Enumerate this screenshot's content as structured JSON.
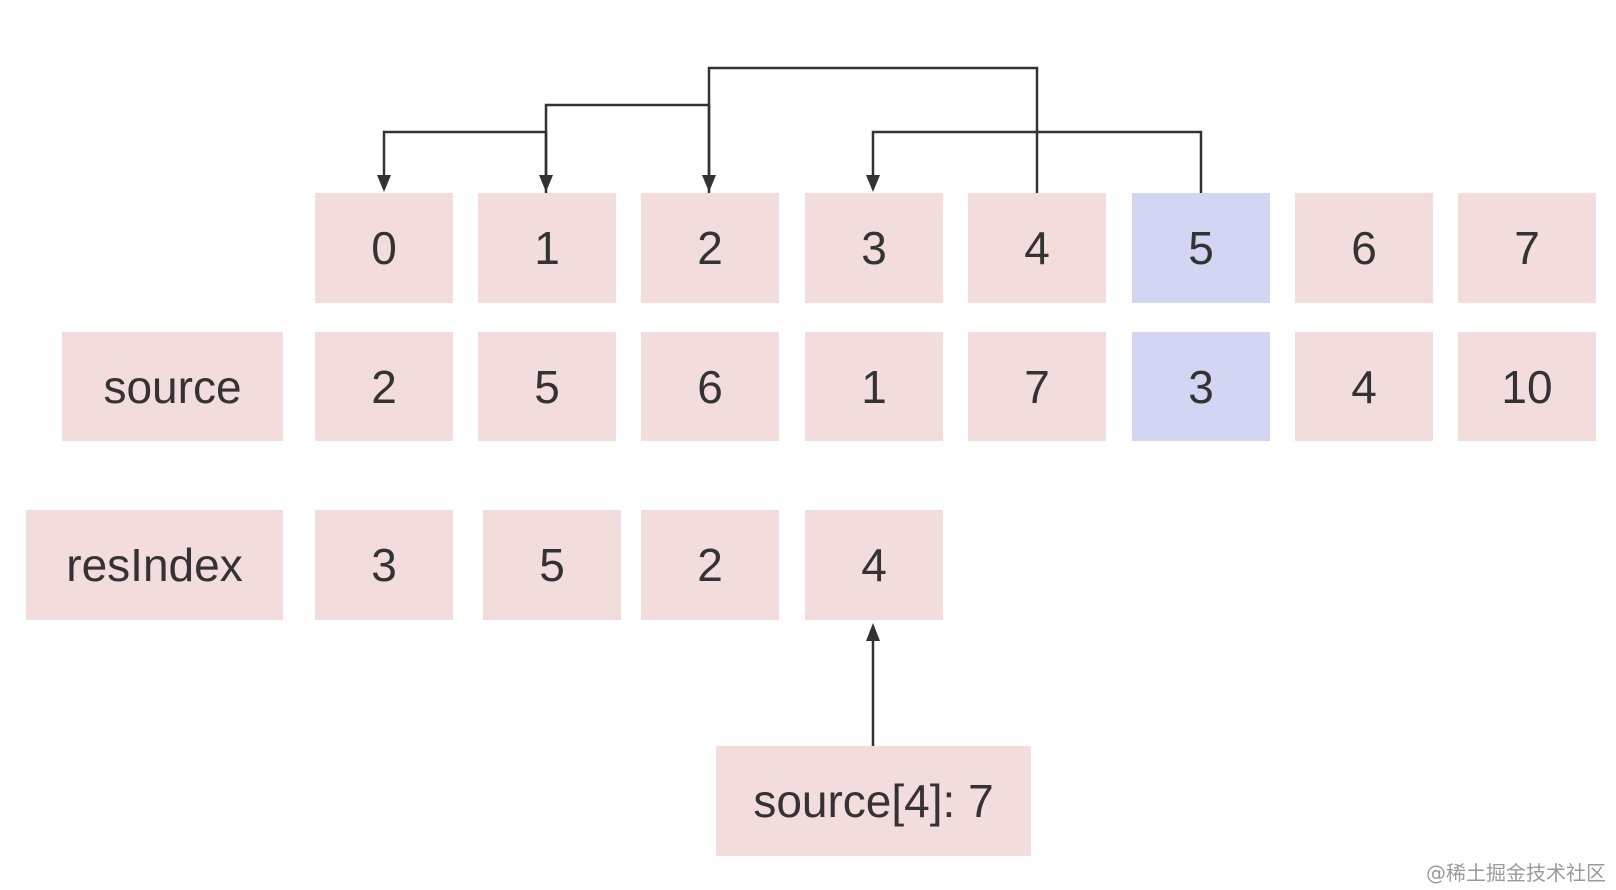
{
  "index_row": {
    "cells": [
      "0",
      "1",
      "2",
      "3",
      "4",
      "5",
      "6",
      "7"
    ],
    "highlight_index": 5
  },
  "source_row": {
    "label": "source",
    "cells": [
      "2",
      "5",
      "6",
      "1",
      "7",
      "3",
      "4",
      "10"
    ],
    "highlight_index": 5
  },
  "resindex_row": {
    "label": "resIndex",
    "cells": [
      "3",
      "5",
      "2",
      "4"
    ]
  },
  "current_box": {
    "text": "source[4]: 7"
  },
  "watermark": "@稀土掘金技术社区",
  "colors": {
    "cell_fill": "#f2dddc",
    "highlight_fill": "#d3d6f3",
    "text": "#333333",
    "arrow": "#333333"
  }
}
